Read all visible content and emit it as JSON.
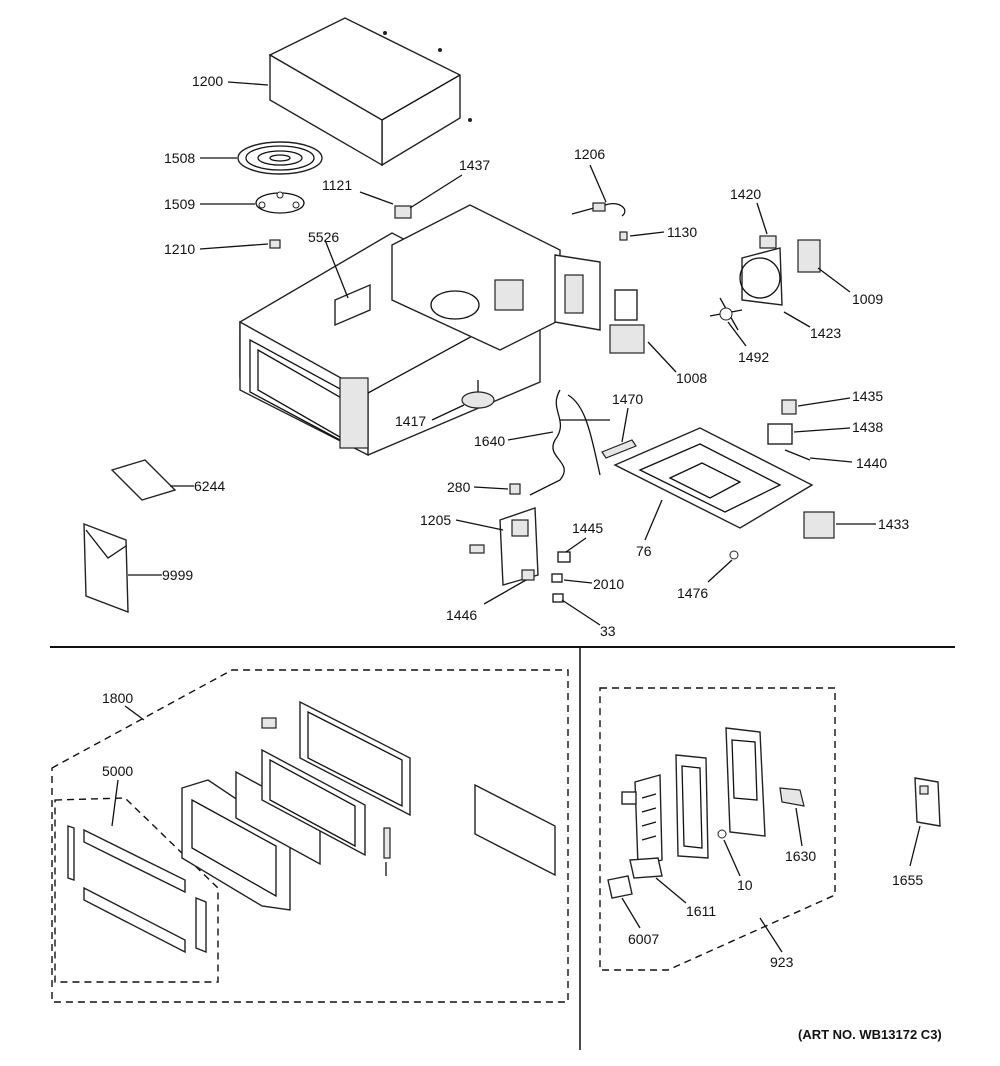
{
  "labels": {
    "l1200": "1200",
    "l1508": "1508",
    "l1509": "1509",
    "l1210": "1210",
    "l1121": "1121",
    "l1437": "1437",
    "l1206": "1206",
    "l1130": "1130",
    "l1420": "1420",
    "l1009": "1009",
    "l1423": "1423",
    "l1492": "1492",
    "l5526": "5526",
    "l1008": "1008",
    "l1417": "1417",
    "l1640": "1640",
    "l1470": "1470",
    "l1435": "1435",
    "l1438": "1438",
    "l1440": "1440",
    "l1433": "1433",
    "l6244": "6244",
    "l280": "280",
    "l1205": "1205",
    "l1445": "1445",
    "l2010": "2010",
    "l76": "76",
    "l1476": "1476",
    "l1446": "1446",
    "l33": "33",
    "l9999": "9999",
    "l1800": "1800",
    "l5000": "5000",
    "l1630": "1630",
    "l10": "10",
    "l1655": "1655",
    "l1611": "1611",
    "l6007": "6007",
    "l923": "923"
  },
  "art_number": "(ART NO. WB13172 C3)"
}
